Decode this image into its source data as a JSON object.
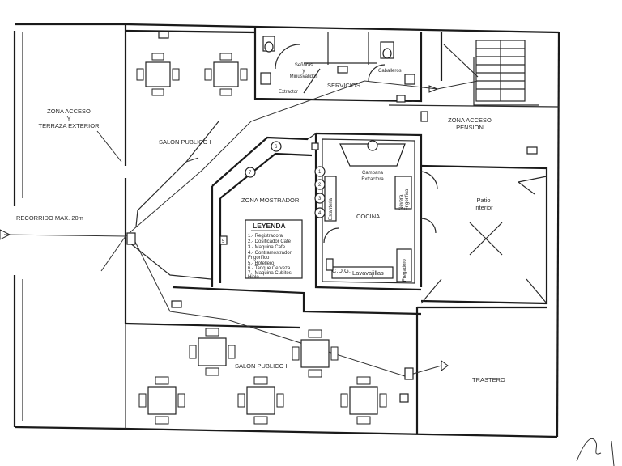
{
  "plan": {
    "rooms": {
      "zona_acceso_terraza": [
        "ZONA ACCESO",
        "Y",
        "TERRAZA EXTERIOR"
      ],
      "recorrido": "RECORRIDO MAX. 20m",
      "salon_publico_1": "SALON PUBLICO I",
      "salon_publico_2": "SALON PUBLICO II",
      "servicios": "SERVICIOS",
      "senoras": [
        "Señoras",
        "y",
        "Minusvalidos"
      ],
      "caballeros": "Caballeros",
      "extractor": "Extractor",
      "zona_acceso_pension": [
        "ZONA ACCESO",
        "PENSION"
      ],
      "zona_mostrador": "ZONA MOSTRADOR",
      "cocina": "COCINA",
      "campana": [
        "Campana",
        "Extractora"
      ],
      "estanteria": "Estanteria",
      "nevera": [
        "Nevera",
        "Frigorifica"
      ],
      "patio": [
        "Patio",
        "Interior"
      ],
      "cdg": "C.D.G.",
      "lavavajillas": "Lavavajillas",
      "fregadero": "Fregadero",
      "trastero": "TRASTERO"
    },
    "legend": {
      "title": "LEYENDA",
      "items": [
        "1.- Registradora",
        "2.- Dosificador Cafe",
        "3.- Maquina Cafe",
        "4.- Contramostrador",
        "     Frigorifico",
        "5.- Botellero",
        "6.- Tanque Cerveza",
        "7.- Maquina Cubitos",
        "     Hielo"
      ]
    },
    "numbers": [
      "1",
      "2",
      "3",
      "4",
      "5",
      "6",
      "7"
    ]
  }
}
